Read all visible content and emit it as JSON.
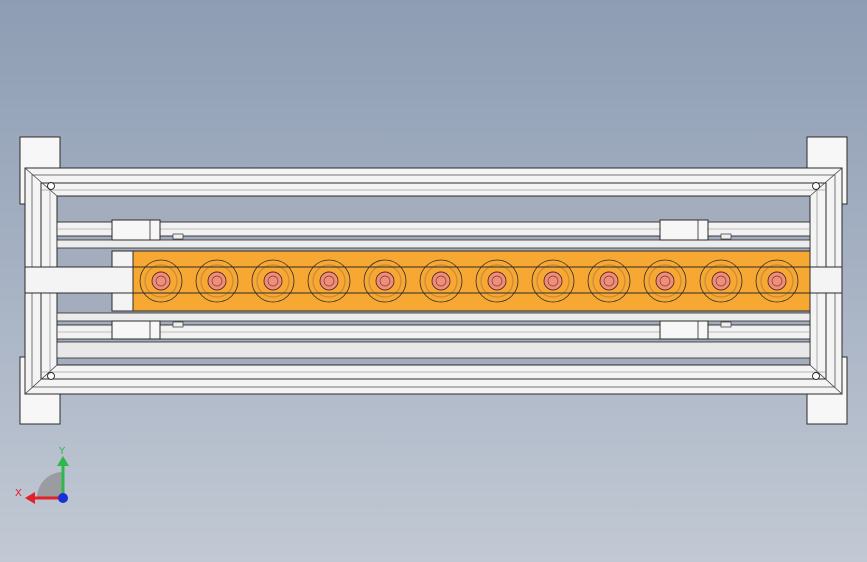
{
  "viewport": {
    "background_top": "#8e9db4",
    "background_bottom": "#c2c9d4"
  },
  "model": {
    "roller_count": 12,
    "colors": {
      "frame": "#f6f6f6",
      "frame_shadow": "#b9bcc2",
      "outline": "#2b2b2b",
      "plate": "#f7a833",
      "roller_ring": "#c98a3a",
      "roller_core": "#f08e7c"
    }
  },
  "triad": {
    "x_label": "X",
    "y_label": "Y",
    "x_color": "#e0202a",
    "y_color": "#2fb84a",
    "z_color": "#1b2fd6",
    "icon": "coordinate-triad-icon"
  }
}
